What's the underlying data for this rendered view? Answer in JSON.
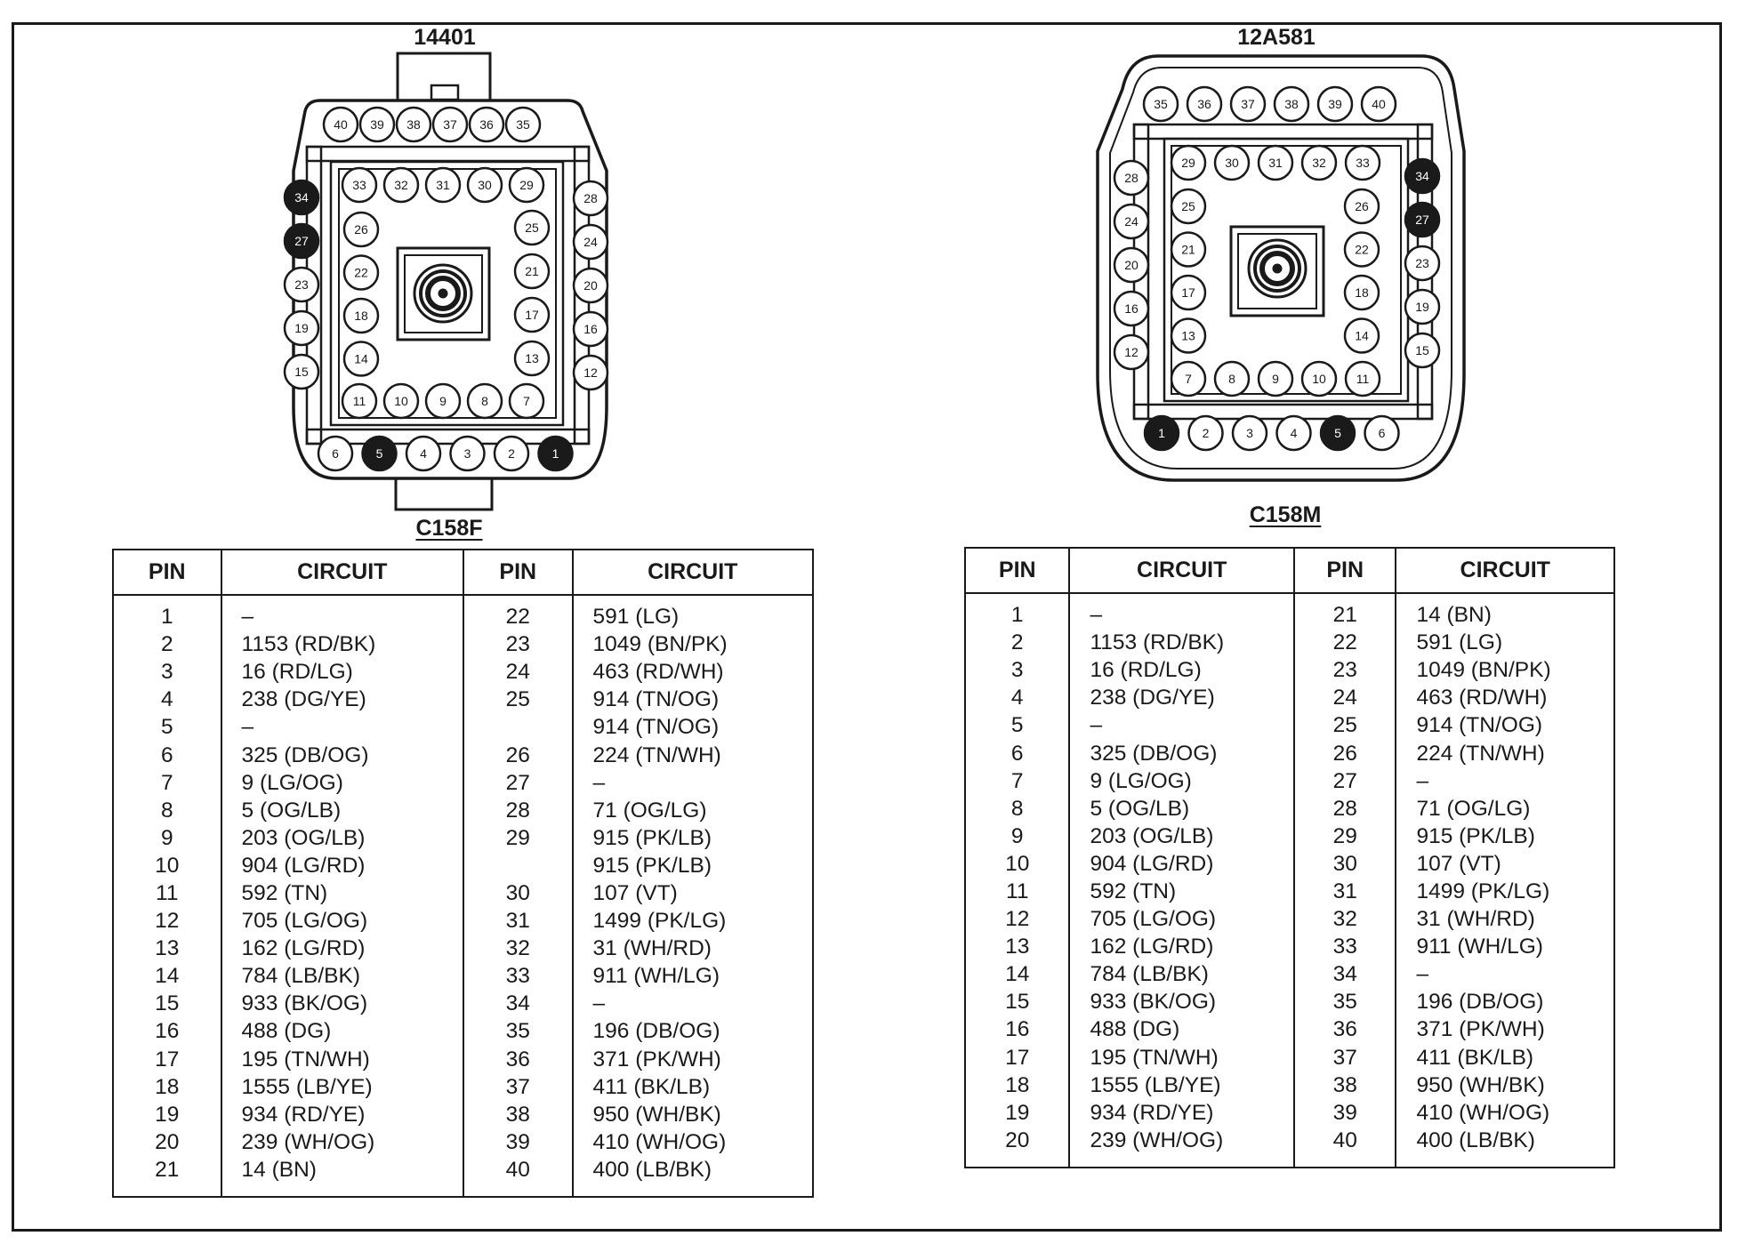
{
  "left_connector": {
    "part_number": "14401",
    "name": "C158F",
    "filled_pins": [
      "34",
      "27",
      "5",
      "1"
    ],
    "top_row": [
      "40",
      "39",
      "38",
      "37",
      "36",
      "35"
    ],
    "inner_top": [
      "33",
      "32",
      "31",
      "30",
      "29"
    ],
    "inner_left": [
      "26",
      "22",
      "18",
      "14"
    ],
    "inner_right": [
      "25",
      "21",
      "17",
      "13"
    ],
    "inner_bottom": [
      "11",
      "10",
      "9",
      "8",
      "7"
    ],
    "outer_left": [
      "34",
      "27",
      "23",
      "19",
      "15"
    ],
    "outer_right": [
      "28",
      "24",
      "20",
      "16",
      "12"
    ],
    "bottom_row": [
      "6",
      "5",
      "4",
      "3",
      "2",
      "1"
    ]
  },
  "right_connector": {
    "part_number": "12A581",
    "name": "C158M",
    "filled_pins": [
      "34",
      "27",
      "1",
      "5"
    ],
    "top_row": [
      "35",
      "36",
      "37",
      "38",
      "39",
      "40"
    ],
    "inner_top": [
      "29",
      "30",
      "31",
      "32",
      "33"
    ],
    "inner_left": [
      "25",
      "21",
      "17",
      "13"
    ],
    "inner_right": [
      "26",
      "22",
      "18",
      "14"
    ],
    "inner_bottom": [
      "7",
      "8",
      "9",
      "10",
      "11"
    ],
    "outer_left": [
      "28",
      "24",
      "20",
      "16",
      "12"
    ],
    "outer_right": [
      "34",
      "27",
      "23",
      "19",
      "15"
    ],
    "bottom_row": [
      "1",
      "2",
      "3",
      "4",
      "5",
      "6"
    ]
  },
  "left_table": {
    "headers": [
      "PIN",
      "CIRCUIT",
      "PIN",
      "CIRCUIT"
    ],
    "rows": [
      [
        "1",
        "–",
        "22",
        "591 (LG)"
      ],
      [
        "2",
        "1153 (RD/BK)",
        "23",
        "1049 (BN/PK)"
      ],
      [
        "3",
        "16 (RD/LG)",
        "24",
        "463 (RD/WH)"
      ],
      [
        "4",
        "238 (DG/YE)",
        "25",
        "914 (TN/OG)"
      ],
      [
        "5",
        "–",
        "",
        "914 (TN/OG)"
      ],
      [
        "6",
        "325 (DB/OG)",
        "26",
        "224 (TN/WH)"
      ],
      [
        "7",
        "9 (LG/OG)",
        "27",
        "–"
      ],
      [
        "8",
        "5 (OG/LB)",
        "28",
        "71 (OG/LG)"
      ],
      [
        "9",
        "203 (OG/LB)",
        "29",
        "915 (PK/LB)"
      ],
      [
        "10",
        "904 (LG/RD)",
        "",
        "915 (PK/LB)"
      ],
      [
        "11",
        "592 (TN)",
        "30",
        "107 (VT)"
      ],
      [
        "12",
        "705 (LG/OG)",
        "31",
        "1499 (PK/LG)"
      ],
      [
        "13",
        "162 (LG/RD)",
        "32",
        "31 (WH/RD)"
      ],
      [
        "14",
        "784 (LB/BK)",
        "33",
        "911 (WH/LG)"
      ],
      [
        "15",
        "933 (BK/OG)",
        "34",
        "–"
      ],
      [
        "16",
        "488 (DG)",
        "35",
        "196 (DB/OG)"
      ],
      [
        "17",
        "195 (TN/WH)",
        "36",
        "371 (PK/WH)"
      ],
      [
        "18",
        "1555 (LB/YE)",
        "37",
        "411 (BK/LB)"
      ],
      [
        "19",
        "934 (RD/YE)",
        "38",
        "950 (WH/BK)"
      ],
      [
        "20",
        "239 (WH/OG)",
        "39",
        "410 (WH/OG)"
      ],
      [
        "21",
        "14 (BN)",
        "40",
        "400 (LB/BK)"
      ]
    ]
  },
  "right_table": {
    "headers": [
      "PIN",
      "CIRCUIT",
      "PIN",
      "CIRCUIT"
    ],
    "rows": [
      [
        "1",
        "–",
        "21",
        "14 (BN)"
      ],
      [
        "2",
        "1153 (RD/BK)",
        "22",
        "591 (LG)"
      ],
      [
        "3",
        "16 (RD/LG)",
        "23",
        "1049 (BN/PK)"
      ],
      [
        "4",
        "238 (DG/YE)",
        "24",
        "463 (RD/WH)"
      ],
      [
        "5",
        "–",
        "25",
        "914 (TN/OG)"
      ],
      [
        "6",
        "325 (DB/OG)",
        "26",
        "224 (TN/WH)"
      ],
      [
        "7",
        "9 (LG/OG)",
        "27",
        "–"
      ],
      [
        "8",
        "5 (OG/LB)",
        "28",
        "71 (OG/LG)"
      ],
      [
        "9",
        "203 (OG/LB)",
        "29",
        "915 (PK/LB)"
      ],
      [
        "10",
        "904 (LG/RD)",
        "30",
        "107 (VT)"
      ],
      [
        "11",
        "592 (TN)",
        "31",
        "1499 (PK/LG)"
      ],
      [
        "12",
        "705 (LG/OG)",
        "32",
        "31 (WH/RD)"
      ],
      [
        "13",
        "162 (LG/RD)",
        "33",
        "911 (WH/LG)"
      ],
      [
        "14",
        "784 (LB/BK)",
        "34",
        "–"
      ],
      [
        "15",
        "933 (BK/OG)",
        "35",
        "196 (DB/OG)"
      ],
      [
        "16",
        "488 (DG)",
        "36",
        "371 (PK/WH)"
      ],
      [
        "17",
        "195 (TN/WH)",
        "37",
        "411 (BK/LB)"
      ],
      [
        "18",
        "1555 (LB/YE)",
        "38",
        "950 (WH/BK)"
      ],
      [
        "19",
        "934 (RD/YE)",
        "39",
        "410 (WH/OG)"
      ],
      [
        "20",
        "239 (WH/OG)",
        "40",
        "400 (LB/BK)"
      ]
    ]
  },
  "colors": {
    "ink": "#1a1a1a",
    "paper": "#ffffff"
  }
}
